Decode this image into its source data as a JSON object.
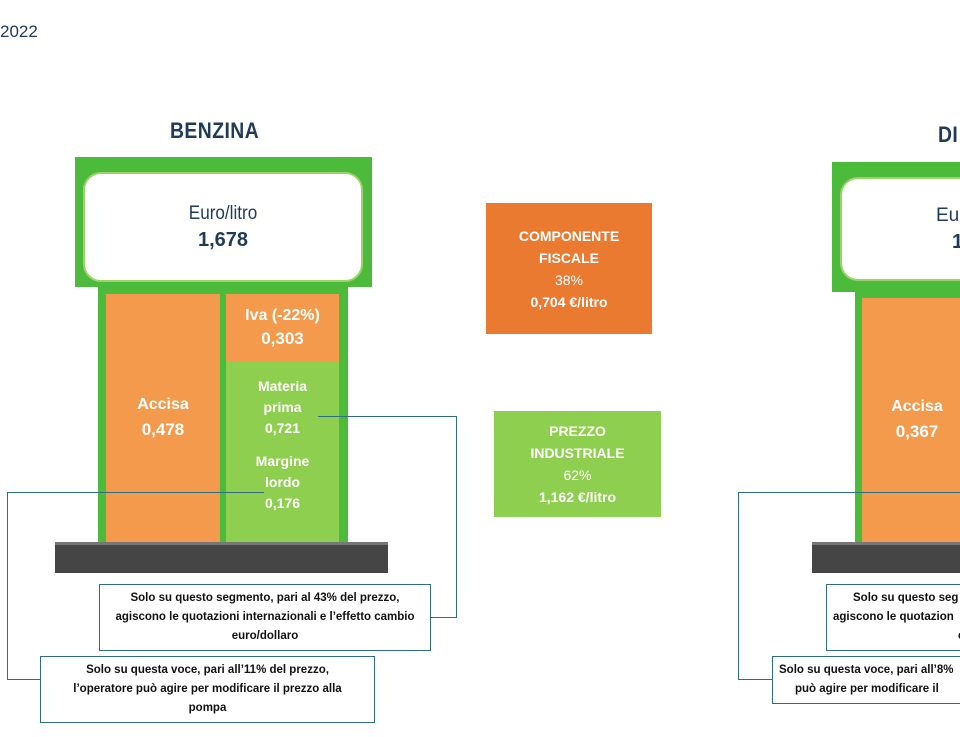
{
  "header": {
    "year": "2022"
  },
  "benzina": {
    "title": "BENZINA",
    "sign_label": "Euro/litro",
    "sign_value": "1,678",
    "accisa_label": "Accisa",
    "accisa_value": "0,478",
    "iva_label": "Iva (-22%)",
    "iva_value": "0,303",
    "materia_label_1": "Materia",
    "materia_label_2": "prima",
    "materia_value": "0,721",
    "margine_label_1": "Margine",
    "margine_label_2": "lordo",
    "margine_value": "0,176"
  },
  "diesel": {
    "title_partial": "DI",
    "sign_label_partial": "Eur",
    "sign_value_partial": "1",
    "accisa_label": "Accisa",
    "accisa_value": "0,367"
  },
  "legend": {
    "fiscale_line1": "COMPONENTE",
    "fiscale_line2": "FISCALE",
    "fiscale_pct": "38%",
    "fiscale_value": "0,704 €/litro",
    "industriale_line1": "PREZZO",
    "industriale_line2": "INDUSTRIALE",
    "industriale_pct": "62%",
    "industriale_value": "1,162 €/litro"
  },
  "notes": {
    "segment_line1": "Solo su questo segmento, pari al 43% del prezzo,",
    "segment_line2": "agiscono le quotazioni internazionali e l’effetto cambio",
    "segment_line3": "euro/dollaro",
    "voce_line1": "Solo su questa voce, pari all’11% del prezzo,",
    "voce_line2": "l’operatore può agire per modificare il prezzo alla",
    "voce_line3": "pompa",
    "diesel_segment_line1": "Solo su questo seg",
    "diesel_segment_line2": "agiscono le quotazion",
    "diesel_segment_line3": "e",
    "diesel_voce_line1": "Solo su questa voce, pari all’8%",
    "diesel_voce_line2": "può agire per modificare il"
  },
  "colors": {
    "frame_green": "#4cbb3c",
    "light_green": "#8fcf4f",
    "orange": "#f39a4c",
    "fiscale_box": "#ea7a30",
    "base_dark": "#454545",
    "connector": "#2f6f7d",
    "title_blue": "#1f3b5a"
  }
}
